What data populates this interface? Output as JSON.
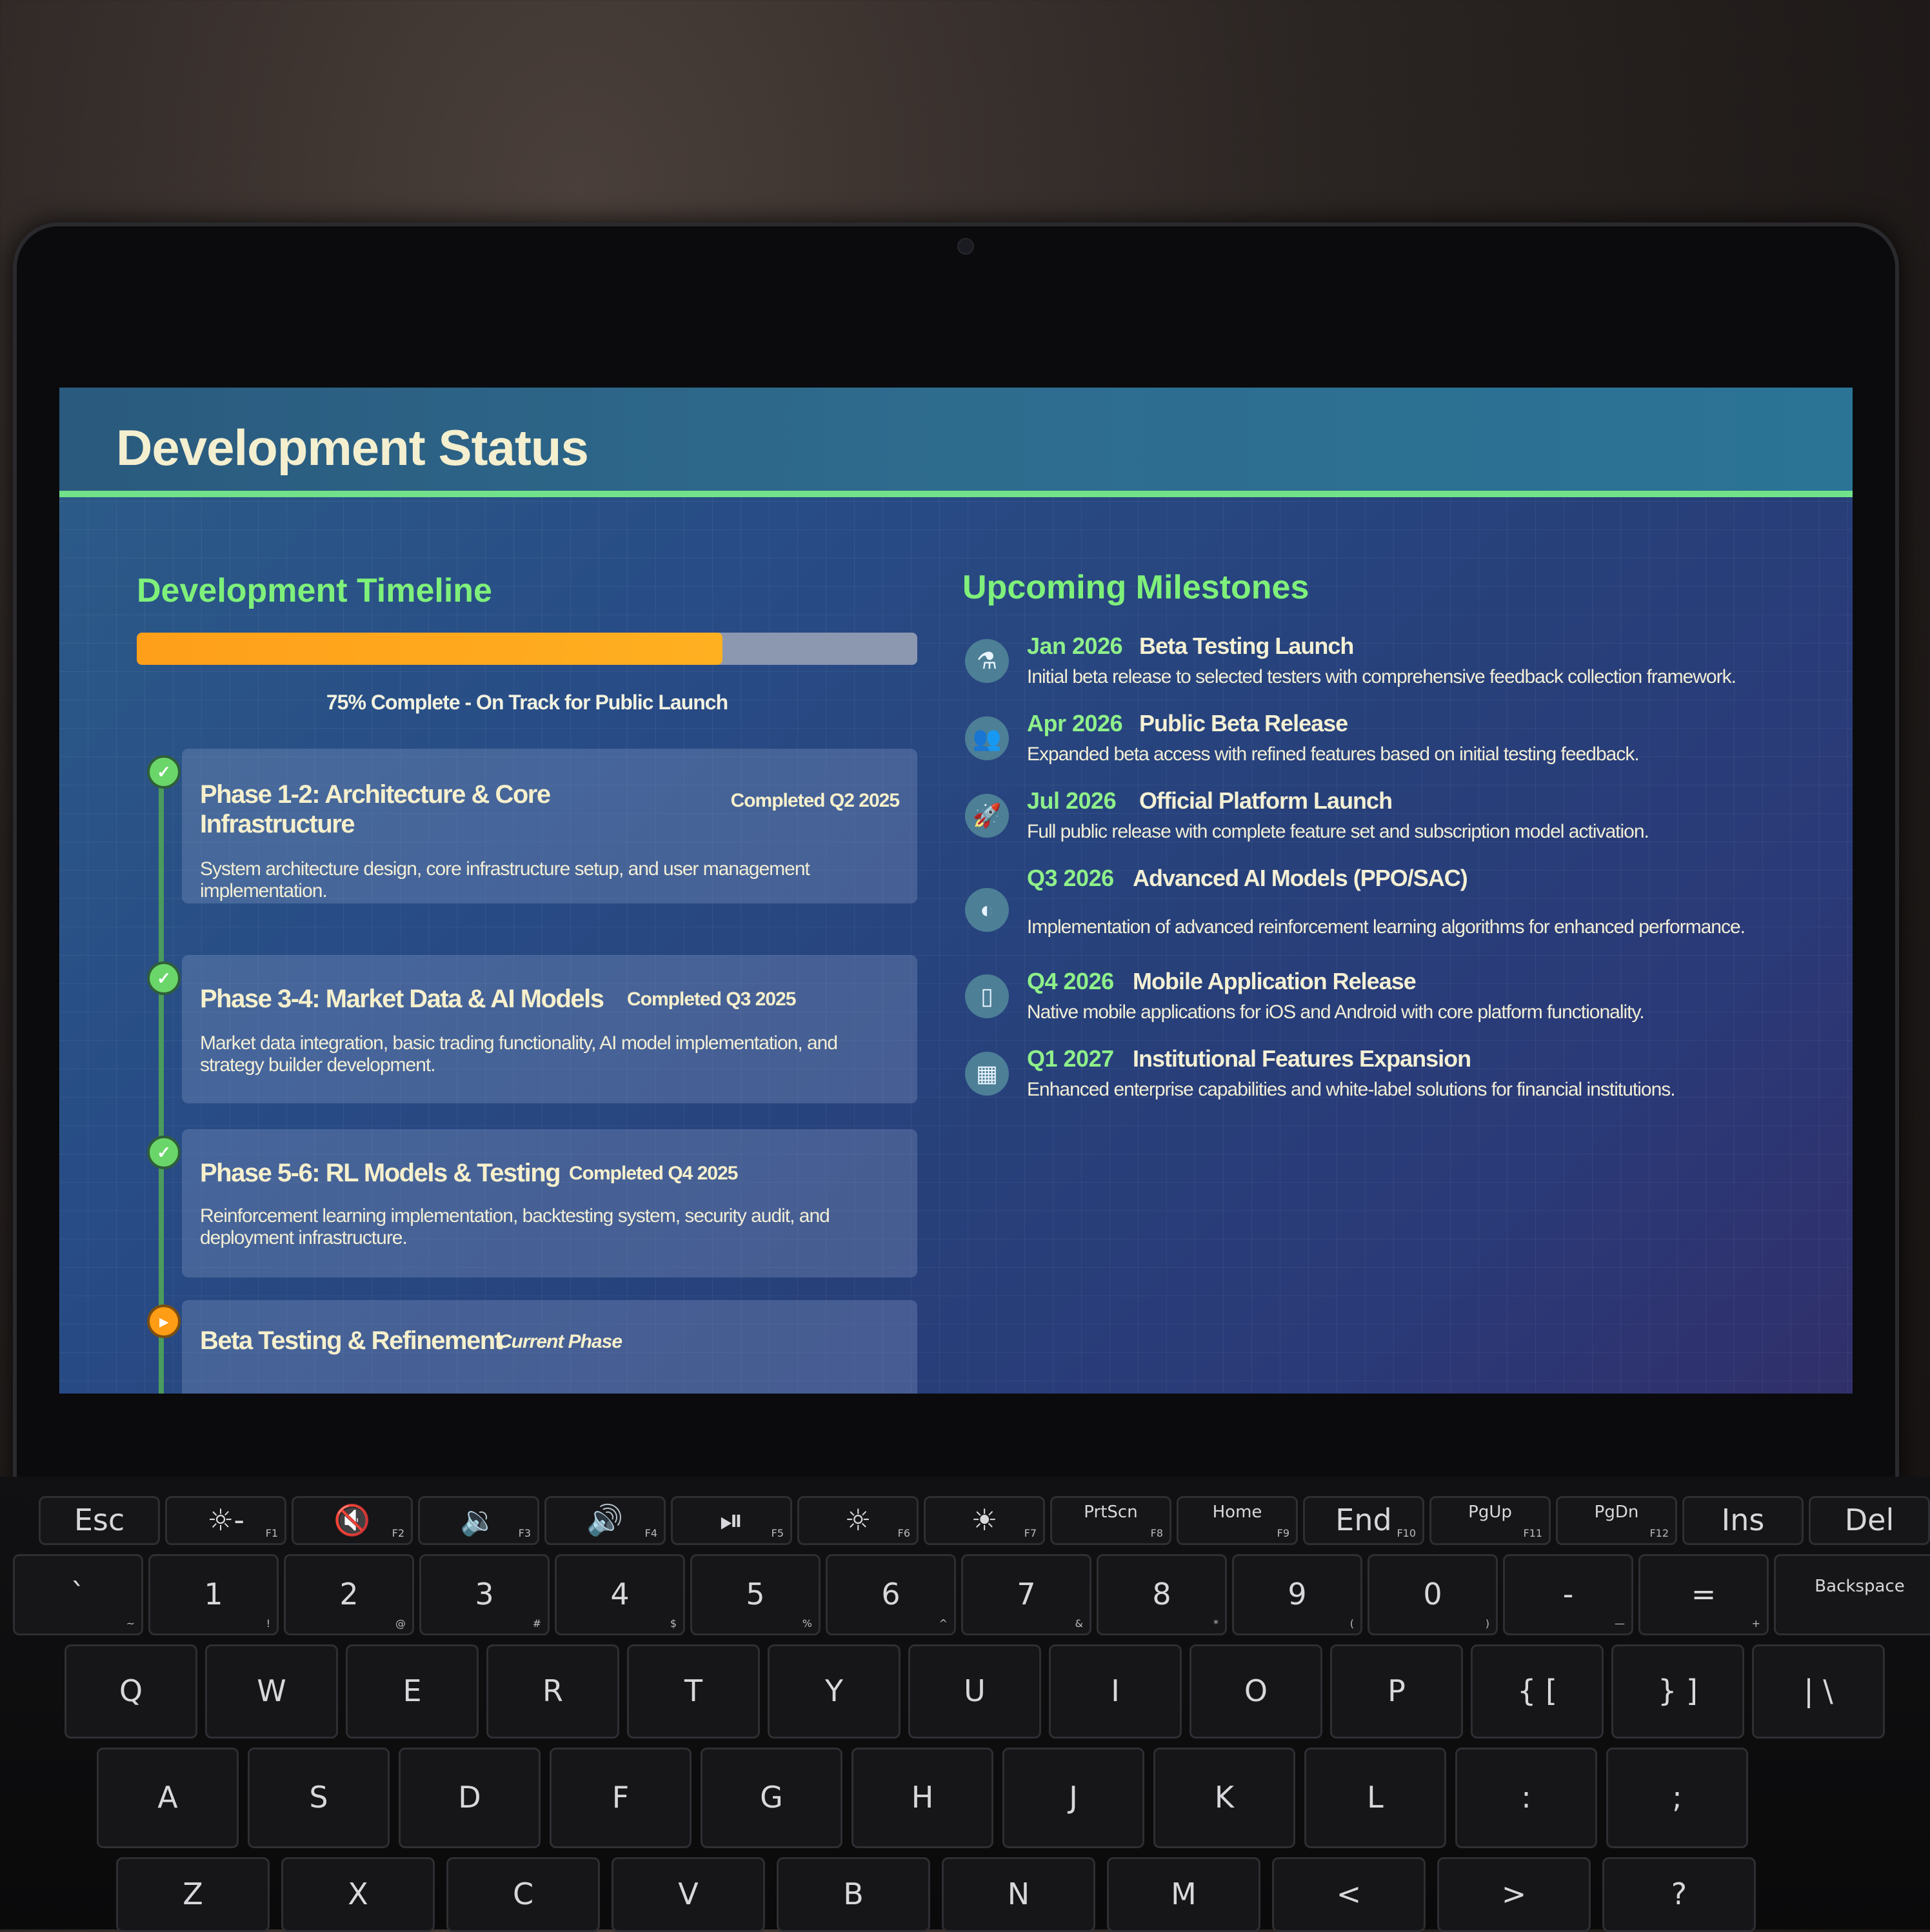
{
  "page_title": "Development Status",
  "timeline": {
    "title": "Development Timeline",
    "progress_percent": 75,
    "progress_label": "75% Complete - On Track for Public Launch",
    "phases": [
      {
        "title": "Phase 1-2: Architecture & Core Infrastructure",
        "status": "Completed Q2 2025",
        "description": "System architecture design, core infrastructure setup, and user management implementation.",
        "state": "completed"
      },
      {
        "title": "Phase 3-4: Market Data & AI Models",
        "status": "Completed Q3 2025",
        "description": "Market data integration, basic trading functionality, AI model implementation, and strategy builder development.",
        "state": "completed"
      },
      {
        "title": "Phase 5-6: RL Models & Testing",
        "status": "Completed Q4 2025",
        "description": "Reinforcement learning implementation, backtesting system, security audit, and deployment infrastructure.",
        "state": "completed"
      },
      {
        "title": "Beta Testing & Refinement",
        "status": "Current Phase",
        "description": "",
        "state": "current"
      }
    ]
  },
  "milestones": {
    "title": "Upcoming Milestones",
    "items": [
      {
        "date": "Jan 2026",
        "name": "Beta Testing Launch",
        "description": "Initial beta release to selected testers with comprehensive feedback collection framework.",
        "icon": "flask-icon"
      },
      {
        "date": "Apr 2026",
        "name": "Public Beta Release",
        "description": "Expanded beta access with refined features based on initial testing feedback.",
        "icon": "users-icon"
      },
      {
        "date": "Jul 2026",
        "name": "Official Platform Launch",
        "description": "Full public release with complete feature set and subscription model activation.",
        "icon": "rocket-icon"
      },
      {
        "date": "Q3 2026",
        "name": "Advanced AI Models (PPO/SAC)",
        "description": "Implementation of advanced reinforcement learning algorithms for enhanced performance.",
        "icon": "brain-icon"
      },
      {
        "date": "Q4 2026",
        "name": "Mobile Application Release",
        "description": "Native mobile applications for iOS and Android with core platform functionality.",
        "icon": "mobile-icon"
      },
      {
        "date": "Q1 2027",
        "name": "Institutional Features Expansion",
        "description": "Enhanced enterprise capabilities and white-label solutions for financial institutions.",
        "icon": "building-icon"
      }
    ]
  },
  "keyboard": {
    "fn_row": [
      {
        "main": "Esc",
        "sub": ""
      },
      {
        "main": "☼-",
        "sub": "F1"
      },
      {
        "main": "🔇",
        "sub": "F2"
      },
      {
        "main": "🔉",
        "sub": "F3"
      },
      {
        "main": "🔊",
        "sub": "F4"
      },
      {
        "main": "⏯",
        "sub": "F5"
      },
      {
        "main": "☼",
        "sub": "F6"
      },
      {
        "main": "☀",
        "sub": "F7"
      },
      {
        "main": "PrtScn",
        "sub": "F8"
      },
      {
        "main": "Home",
        "sub": "F9"
      },
      {
        "main": "End",
        "sub": "F10"
      },
      {
        "main": "PgUp",
        "sub": "F11"
      },
      {
        "main": "PgDn",
        "sub": "F12"
      },
      {
        "main": "Ins",
        "sub": ""
      },
      {
        "main": "Del",
        "sub": ""
      }
    ],
    "num_row": [
      {
        "top": "~",
        "bottom": "`"
      },
      {
        "top": "!",
        "bottom": "1"
      },
      {
        "top": "@",
        "bottom": "2"
      },
      {
        "top": "#",
        "bottom": "3"
      },
      {
        "top": "$",
        "bottom": "4"
      },
      {
        "top": "%",
        "bottom": "5"
      },
      {
        "top": "^",
        "bottom": "6"
      },
      {
        "top": "&",
        "bottom": "7"
      },
      {
        "top": "*",
        "bottom": "8"
      },
      {
        "top": "(",
        "bottom": "9"
      },
      {
        "top": ")",
        "bottom": "0"
      },
      {
        "top": "—",
        "bottom": "-"
      },
      {
        "top": "+",
        "bottom": "="
      },
      {
        "top": "Backspace",
        "bottom": ""
      }
    ],
    "qwerty_row": [
      "Q",
      "W",
      "E",
      "R",
      "T",
      "Y",
      "U",
      "I",
      "O",
      "P",
      "{ [",
      "} ]",
      "| \\"
    ],
    "home_row": [
      "A",
      "S",
      "D",
      "F",
      "G",
      "H",
      "J",
      "K",
      "L",
      ":",
      ";"
    ],
    "bottom_row": [
      "Z",
      "X",
      "C",
      "V",
      "B",
      "N",
      "M",
      "<",
      ">",
      "?"
    ]
  }
}
